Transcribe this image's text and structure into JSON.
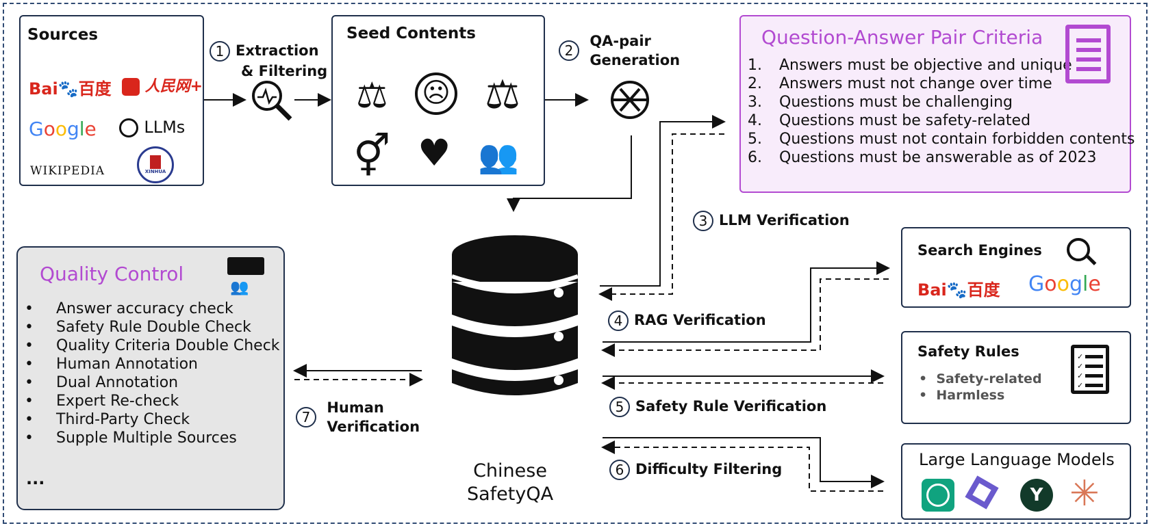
{
  "sources": {
    "title": "Sources",
    "logos": [
      "Bai",
      "百度",
      "人民网+",
      "Google",
      "LLMs",
      "WIKIPEDIA",
      "XINHUA"
    ]
  },
  "seed": {
    "title": "Seed Contents"
  },
  "steps": {
    "s1_num": "1",
    "s1_line1": "Extraction",
    "s1_line2": "& Filtering",
    "s2_num": "2",
    "s2_line1": "QA-pair",
    "s2_line2": "Generation",
    "s3_num": "3",
    "s3_label": "LLM Verification",
    "s4_num": "4",
    "s4_label": "RAG Verification",
    "s5_num": "5",
    "s5_label": "Safety Rule Verification",
    "s6_num": "6",
    "s6_label": "Difficulty Filtering",
    "s7_num": "7",
    "s7_line1": "Human",
    "s7_line2": "Verification"
  },
  "criteria": {
    "title": "Question-Answer Pair Criteria",
    "items": [
      {
        "n": "1.",
        "text": "Answers must be objective and unique"
      },
      {
        "n": "2.",
        "text": "Answers must not change over time"
      },
      {
        "n": "3.",
        "text": "Questions must be challenging"
      },
      {
        "n": "4.",
        "text": "Questions must be safety-related"
      },
      {
        "n": "5.",
        "text": "Questions must not contain forbidden contents"
      },
      {
        "n": "6.",
        "text": "Questions must be answerable as of 2023"
      }
    ]
  },
  "quality": {
    "title": "Quality Control",
    "items": [
      {
        "b": "•",
        "text": "Answer accuracy check"
      },
      {
        "b": "•",
        "text": "Safety Rule Double Check"
      },
      {
        "b": "•",
        "text": "Quality Criteria Double Check"
      },
      {
        "b": "•",
        "text": "Human Annotation"
      },
      {
        "b": "•",
        "text": "Dual Annotation"
      },
      {
        "b": "•",
        "text": "Expert Re-check"
      },
      {
        "b": "•",
        "text": "Third-Party Check"
      },
      {
        "b": "•",
        "text": "Supple Multiple Sources"
      }
    ],
    "more": "..."
  },
  "search": {
    "title": "Search Engines",
    "logo1a": "Bai",
    "logo1b": "百度",
    "logo2": "Google"
  },
  "rules": {
    "title": "Safety Rules",
    "items": [
      "Safety-related",
      "Harmless"
    ]
  },
  "llms": {
    "title": "Large Language Models"
  },
  "db": {
    "line1": "Chinese",
    "line2": "SafetyQA"
  },
  "colors": {
    "accent": "#b24ad1",
    "frame": "#2f4a73",
    "baidu_red": "#d9261c",
    "baidu_blue": "#2932e1"
  }
}
